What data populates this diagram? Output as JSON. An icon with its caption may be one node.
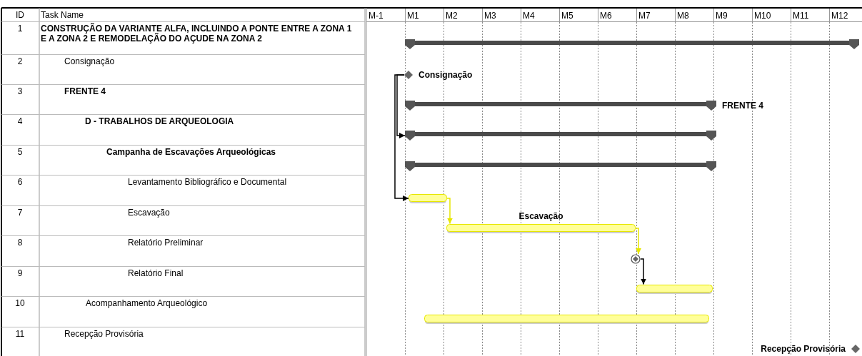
{
  "diagram": {
    "nodes": [
      {
        "text": [],
        "shape": "bar"
      },
      {
        "text": [],
        "shape": "diamond",
        "beside": [
          "Consignação"
        ]
      },
      {
        "text": [],
        "shape": "bar",
        "beside": [
          "FRENTE 4"
        ]
      },
      {
        "text": [],
        "shape": "bar"
      },
      {
        "text": [],
        "shape": "bar"
      },
      {
        "text": [],
        "shape": "bar"
      },
      {
        "text": [],
        "shape": "bar",
        "beside": [
          "Escavação"
        ]
      },
      {
        "text": [],
        "shape": "circle"
      },
      {
        "text": [],
        "shape": "bar"
      },
      {
        "text": [],
        "shape": "bar"
      },
      {
        "text": [],
        "shape": "diamond",
        "beside": [
          "Recepção Provisória"
        ]
      }
    ],
    "edges": [
      {
        "from": 1,
        "to": 3,
        "arrow": "to"
      },
      {
        "from": 1,
        "to": 5,
        "arrow": "to"
      },
      {
        "from": 5,
        "to": 6,
        "arrow": "to",
        "color": "#e6e600"
      },
      {
        "from": 6,
        "to": 7,
        "arrow": "to",
        "color": "#e6e600"
      },
      {
        "from": 7,
        "to": 8,
        "arrow": "to"
      }
    ],
    "labels": [
      "ID",
      "Task Name",
      "M-1",
      "M1",
      "M2",
      "M3",
      "M4",
      "M5",
      "M6",
      "M7",
      "M8",
      "M9",
      "M10",
      "M11",
      "M12",
      "1",
      "CONSTRUÇÃO DA VARIANTE ALFA, INCLUINDO A PONTE ENTRE A ZONA 1 E A ZONA 2 E REMODELAÇÃO DO AÇUDE NA ZONA 2",
      "2",
      "Consignação",
      "3",
      "FRENTE 4",
      "4",
      "D - TRABALHOS DE ARQUEOLOGIA",
      "5",
      "Campanha de Escavações Arqueológicas",
      "6",
      "Levantamento Bibliográfico e Documental",
      "7",
      "Escavação",
      "8",
      "Relatório Preliminar",
      "9",
      "Relatório Final",
      "10",
      "Acompanhamento Arqueológico",
      "11",
      "Recepção Provisória"
    ]
  }
}
